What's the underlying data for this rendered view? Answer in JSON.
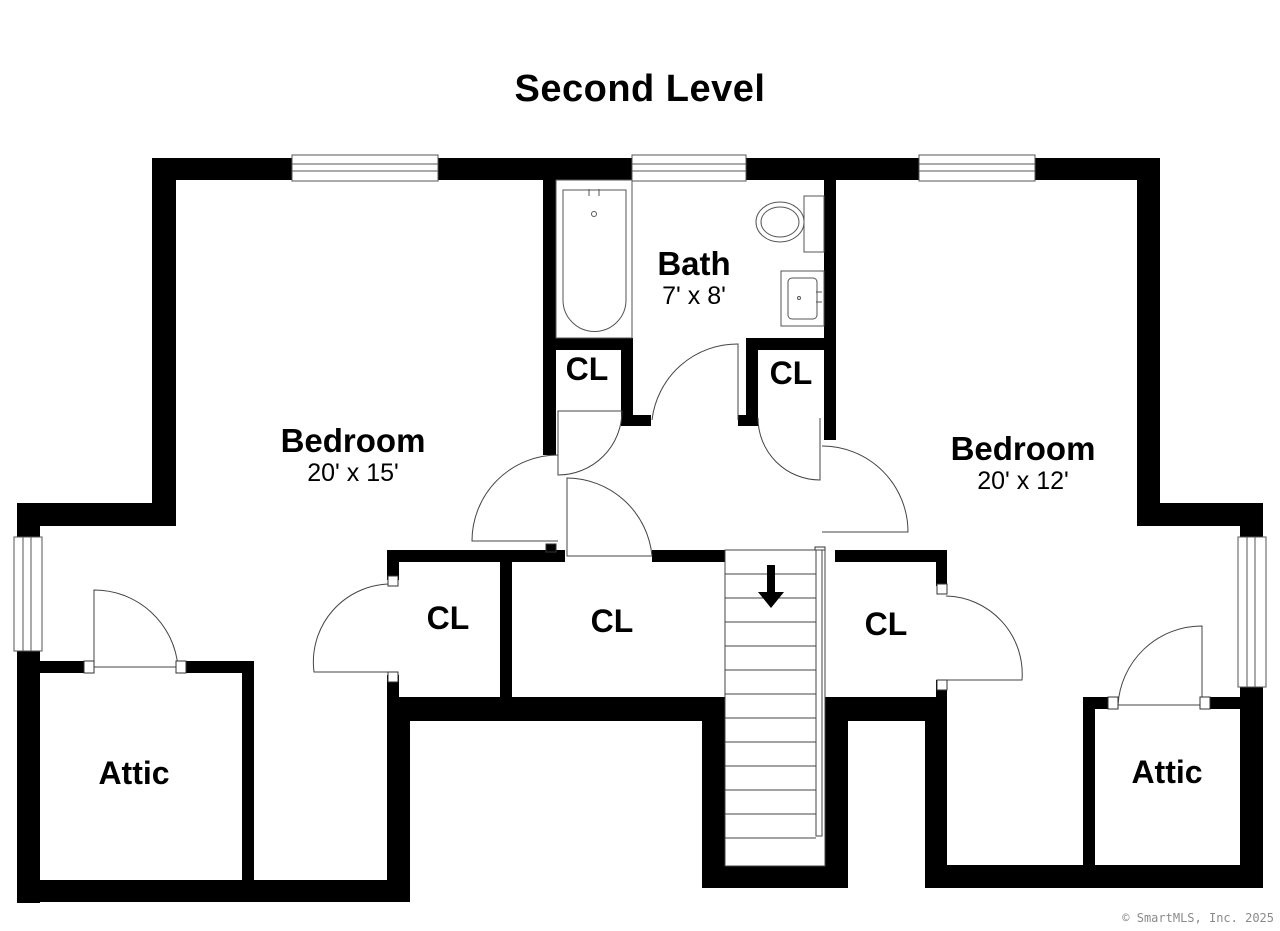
{
  "title": "Second Level",
  "rooms": {
    "bedroom_left": {
      "name": "Bedroom",
      "dim": "20' x 15'"
    },
    "bath": {
      "name": "Bath",
      "dim": "7' x 8'"
    },
    "bedroom_right": {
      "name": "Bedroom",
      "dim": "20' x 12'"
    },
    "closet_bath_left": "CL",
    "closet_bath_right": "CL",
    "closet_hall_left": "CL",
    "closet_hall_center": "CL",
    "closet_hall_right": "CL",
    "attic_left": "Attic",
    "attic_right": "Attic"
  },
  "copyright": "© SmartMLS, Inc.  2025",
  "colors": {
    "wall": "#000000",
    "background": "#ffffff",
    "fixture": "#555555"
  }
}
